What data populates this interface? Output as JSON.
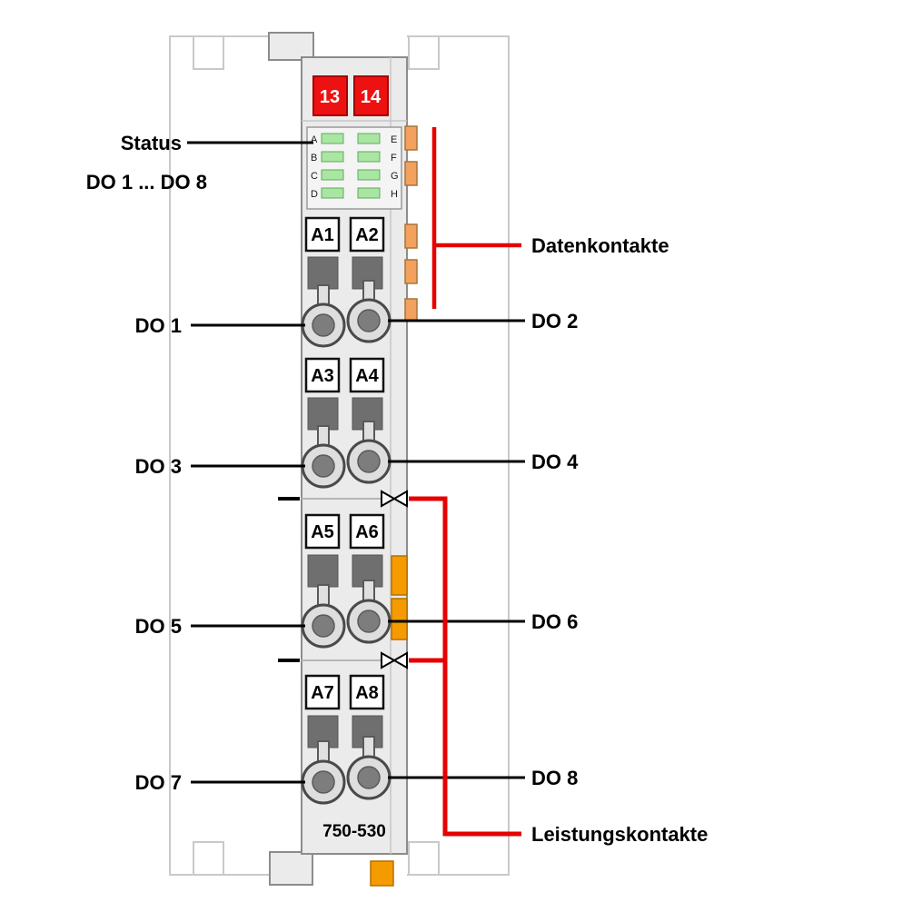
{
  "module": {
    "part_number": "750-530",
    "top_terminal_left": "13",
    "top_terminal_right": "14",
    "led_letters_left": [
      "A",
      "B",
      "C",
      "D"
    ],
    "led_letters_right": [
      "E",
      "F",
      "G",
      "H"
    ],
    "terminals": [
      "A1",
      "A2",
      "A3",
      "A4",
      "A5",
      "A6",
      "A7",
      "A8"
    ]
  },
  "labels": {
    "status_line1": "Status",
    "status_line2": "DO 1 ... DO 8",
    "left_channels": [
      "DO 1",
      "DO 3",
      "DO 5",
      "DO 7"
    ],
    "right_channels": [
      "DO 2",
      "DO 4",
      "DO 6",
      "DO 8"
    ],
    "data_contacts": "Datenkontakte",
    "power_contacts": "Leistungskontakte"
  },
  "colors": {
    "callout_red": "#e60000",
    "terminal_red": "#ee1111",
    "power_contact_orange": "#f59b00",
    "data_contact_orange": "#f2a25e",
    "led_green": "#a9e6a2",
    "module_gray": "#ebebeb",
    "clamp_dark_gray": "#6f6f6f",
    "neighbor_outline_gray": "#c9c9c9"
  }
}
